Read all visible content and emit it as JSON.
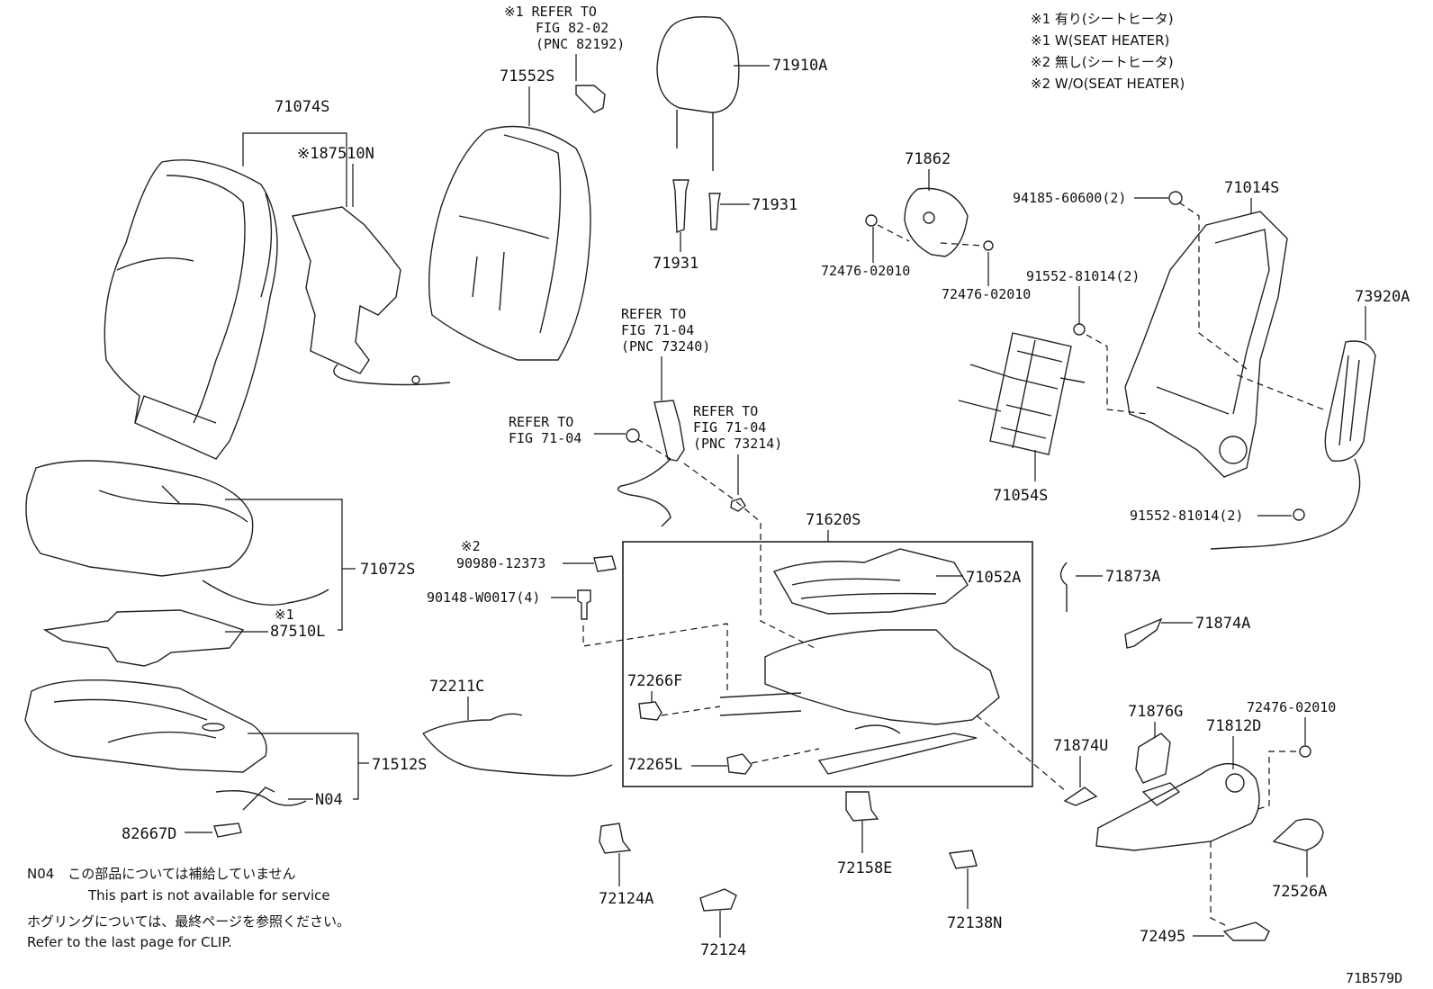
{
  "legend": [
    "※1 有り(シートヒータ)",
    "※1 W(SEAT HEATER)",
    "※2 無し(シートヒータ)",
    "※2 W/O(SEAT HEATER)"
  ],
  "refs": {
    "seat_heater_ref": [
      "※1 REFER TO",
      "FIG 82-02",
      "(PNC 82192)"
    ],
    "fig_71_04_a": [
      "REFER TO",
      "FIG 71-04",
      "(PNC 73240)"
    ],
    "fig_71_04_b": [
      "REFER TO",
      "FIG 71-04"
    ],
    "fig_71_04_c": [
      "REFER TO",
      "FIG 71-04",
      "(PNC 73214)"
    ]
  },
  "parts": {
    "p71074S": "71074S",
    "p87510N": "※187510N",
    "p71552S": "71552S",
    "p71910A": "71910A",
    "p71931_a": "71931",
    "p71931_b": "71931",
    "p71862": "71862",
    "p72476_02010_a": "72476-02010",
    "p72476_02010_b": "72476-02010",
    "p94185": "94185-60600(2)",
    "p71014S": "71014S",
    "p91552_a": "91552-81014(2)",
    "p73920A": "73920A",
    "p71054S": "71054S",
    "p91552_b": "91552-81014(2)",
    "p71072S": "71072S",
    "p87510L_mark": "※1",
    "p87510L": "87510L",
    "p71620S": "71620S",
    "p90980_mark": "※2",
    "p90980": "90980-12373",
    "p90148": "90148-W0017(4)",
    "p71052A": "71052A",
    "p71873A": "71873A",
    "p71874A": "71874A",
    "p72266F": "72266F",
    "p72211C": "72211C",
    "p71512S": "71512S",
    "pN04": "N04",
    "p82667D": "82667D",
    "p72265L": "72265L",
    "p71874U": "71874U",
    "p71876G": "71876G",
    "p71812D": "71812D",
    "p72476_02010_c": "72476-02010",
    "p72158E": "72158E",
    "p72526A": "72526A",
    "p72124A": "72124A",
    "p72138N": "72138N",
    "p72495": "72495",
    "p72124": "72124"
  },
  "notes": {
    "n04_jp": "N04　この部品については補給していません",
    "n04_en": "This part is not available for service",
    "clip_jp": "ホグリングについては、最終ページを参照ください。",
    "clip_en": "Refer to the last page for CLIP."
  },
  "figure_id": "71B579D"
}
